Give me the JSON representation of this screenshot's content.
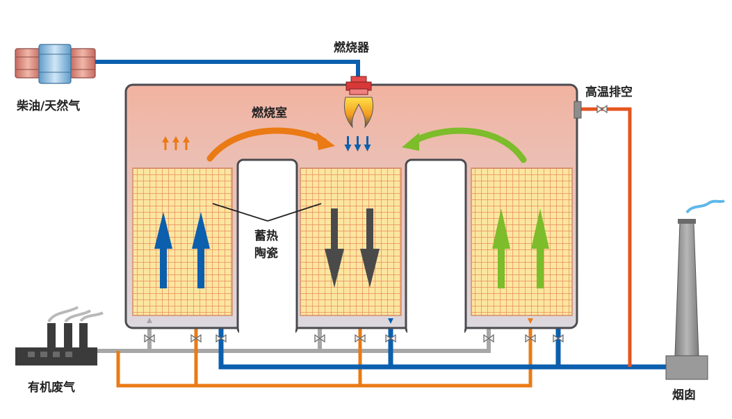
{
  "labels": {
    "fuel": "柴油/天然气",
    "burner": "燃烧器",
    "combustion_chamber": "燃烧室",
    "exhaust_high_temp": "高温排空",
    "ceramic_line1": "蓄热",
    "ceramic_line2": "陶瓷",
    "waste_gas": "有机废气",
    "chimney": "烟囱"
  },
  "colors": {
    "chamber_top": "#f2b7a4",
    "chamber_bottom": "#dcd9df",
    "outline": "#4a4a4f",
    "ceramic_fill": "#fbe7a5",
    "ceramic_grid": "#e98a5a",
    "pipe_blue": "#0b5fad",
    "pipe_orange": "#ea7a14",
    "pipe_red": "#e5541f",
    "pipe_gray": "#a7a7a7",
    "arrow_green": "#7dbc2a",
    "arrow_dark": "#4a4a4a"
  },
  "icons": {
    "fuel_tanks": "fuel-tanks-icon",
    "burner": "burner-flame-icon",
    "factory": "factory-icon",
    "chimney": "chimney-icon",
    "valve": "valve-icon"
  }
}
